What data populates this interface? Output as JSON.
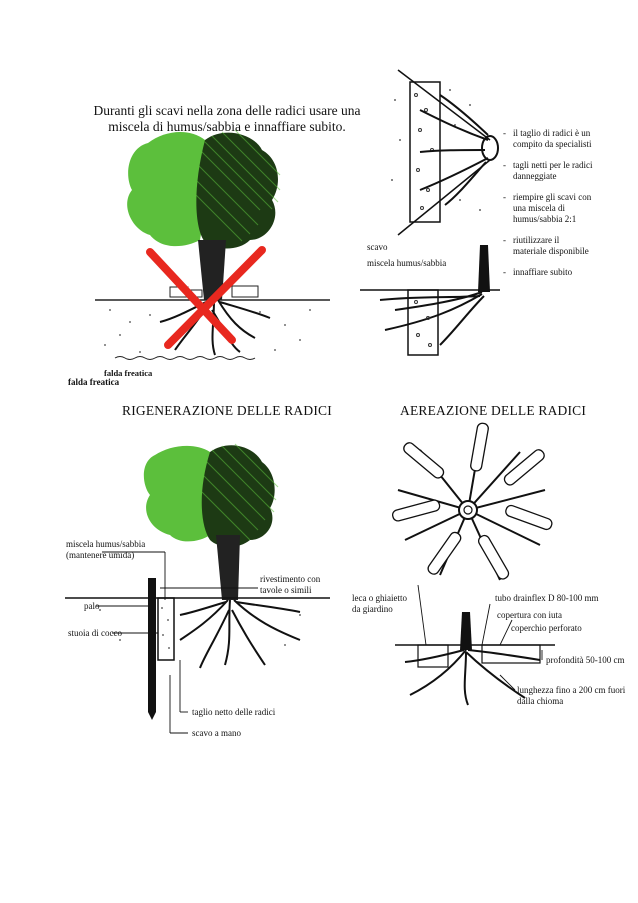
{
  "top_left": {
    "caption_line1": "Duranti gli scavi nella zona delle radici usare una",
    "caption_line2": "miscela di humus/sabbia e innaffiare subito.",
    "label_falda_small": "falda freatica",
    "label_falda": "falda freatica"
  },
  "top_right": {
    "label_scavo": "scavo",
    "label_miscela": "miscela humus/sabbia",
    "bullets": [
      "il taglio di radici è un compito da specialisti",
      "tagli netti per le radici danneggiate",
      "riempire gli scavi con una miscela di humus/sabbia 2:1",
      "riutilizzare il materiale disponibile",
      "innaffiare subito"
    ]
  },
  "left_section": {
    "title": "RIGENERAZIONE DELLE RADICI",
    "label_miscela_1": "miscela humus/sabbia",
    "label_miscela_2": "(mantenere umida)",
    "label_rivestimento_1": "rivestimento con",
    "label_rivestimento_2": "tavole o simili",
    "label_palo": "palo",
    "label_stuoia": "stuoia di cocco",
    "label_taglio": "taglio netto delle radici",
    "label_scavo_mano": "scavo a mano"
  },
  "right_section": {
    "title": "AEREAZIONE DELLE RADICI",
    "label_leca_1": "leca o ghiaietto",
    "label_leca_2": "da giardino",
    "label_tubo": "tubo drainflex D 80-100 mm",
    "label_copertura": "copertura con iuta",
    "label_coperchio": "coperchio perforato",
    "label_profondita": "profondità 50-100 cm",
    "label_lunghezza_1": "lunghezza fino a 200 cm fuori",
    "label_lunghezza_2": "dalla chioma"
  },
  "colors": {
    "foliage_green": "#5cbf3c",
    "cross_red": "#e8281f",
    "ink": "#111111"
  }
}
